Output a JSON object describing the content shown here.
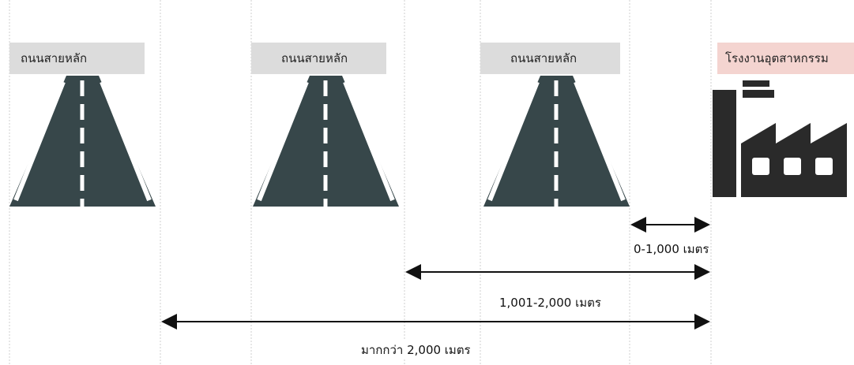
{
  "roads": [
    {
      "label": "ถนนสายหลัก"
    },
    {
      "label": "ถนนสายหลัก"
    },
    {
      "label": "ถนนสายหลัก"
    }
  ],
  "factory": {
    "label": "โรงงานอุตสาหกรรม",
    "icon": "factory-icon"
  },
  "distances": [
    {
      "label": "0-1,000 เมตร"
    },
    {
      "label": "1,001-2,000 เมตร"
    },
    {
      "label": "มากกว่า 2,000 เมตร"
    }
  ],
  "colors": {
    "label_bg": "#dcdcdc",
    "factory_label_bg": "#f4d4d0",
    "road": "#37474a",
    "factory_icon": "#2a2a2a",
    "guide_line": "#cfcfcf",
    "arrow": "#111111"
  }
}
